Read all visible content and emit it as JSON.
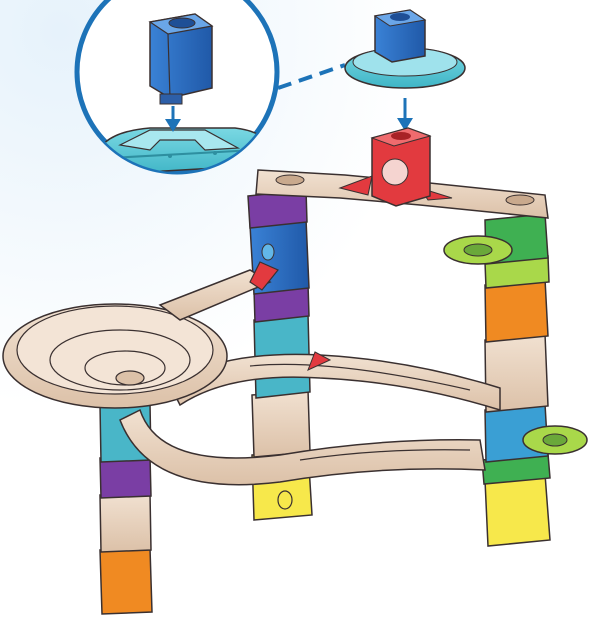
{
  "figure": {
    "kind": "assembly-instruction-illustration",
    "colors": {
      "wood": "#e8d2bf",
      "wood_dark": "#c9a98d",
      "blue": "#2f73c8",
      "blue_light": "#49b6c8",
      "cyan_part": "#5fcbd8",
      "red": "#e23a3f",
      "green": "#3fb052",
      "lime": "#a9d84a",
      "orange": "#f08a22",
      "yellow": "#f7e84b",
      "purple": "#7a3ea4",
      "outline": "#3a3030",
      "callout_blue": "#1d73b8",
      "background_glow": "#e6f2fb"
    },
    "callout": {
      "style": "dashed-leader",
      "shape": "circle"
    }
  }
}
